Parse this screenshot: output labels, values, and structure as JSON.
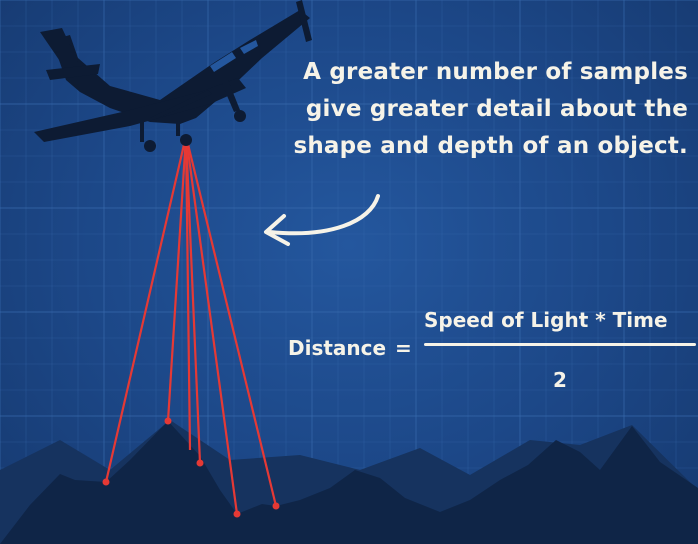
{
  "caption": {
    "line1": "A greater number of samples",
    "line2": "give greater detail about the",
    "line3": "shape and depth of an object."
  },
  "formula": {
    "lhs": "Distance",
    "equals": "=",
    "numerator": "Speed of Light * Time",
    "denominator": "2"
  },
  "colors": {
    "background": "#1d4a8c",
    "grid": "#3a6db0",
    "silhouette": "#0d1b33",
    "beam": "#e53935",
    "text": "#f6f3e8"
  },
  "icons": {
    "airplane": "airplane-icon",
    "arrow": "curved-arrow-icon"
  }
}
